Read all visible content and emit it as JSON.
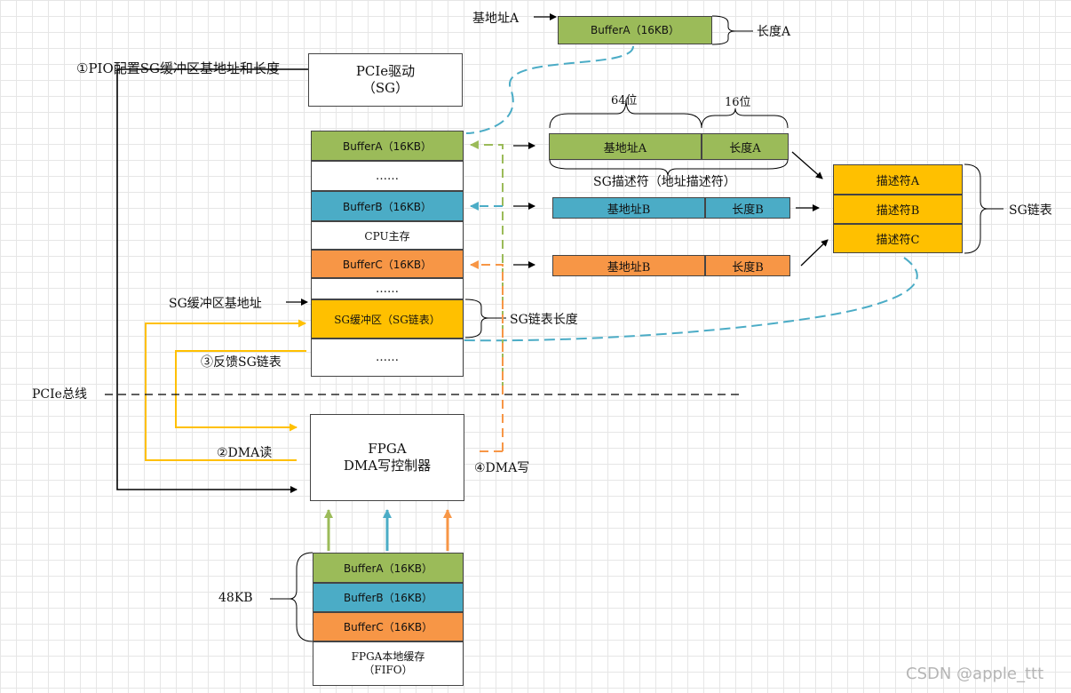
{
  "top": {
    "base_addr_a": "基地址A",
    "buffer_a": "BufferA（16KB）",
    "length_a": "长度A"
  },
  "pcie_driver": {
    "line1": "PCIe驱动",
    "line2": "（SG）"
  },
  "pio_label": "①PIO配置SG缓冲区基地址和长度",
  "cpu_memory": {
    "buffer_a": "BufferA（16KB）",
    "dots1": "……",
    "buffer_b": "BufferB（16KB）",
    "title": "CPU主存",
    "buffer_c": "BufferC（16KB）",
    "dots2": "……",
    "sg_buffer": "SG缓冲区（SG链表）",
    "dots3": "……"
  },
  "sg_base_label": "SG缓冲区基地址",
  "sg_list_length_label": "SG链表长度",
  "feedback_label": "③反馈SG链表",
  "pcie_bus_label": "PCIe总线",
  "dma_read_label": "②DMA读",
  "dma_write_label": "④DMA写",
  "fpga": {
    "line1": "FPGA",
    "line2": "DMA写控制器"
  },
  "descriptor": {
    "bits64": "64位",
    "bits16": "16位",
    "row_a": {
      "base": "基地址A",
      "len": "长度A"
    },
    "caption": "SG描述符（地址描述符）",
    "row_b": {
      "base": "基地址B",
      "len": "长度B"
    },
    "row_c": {
      "base": "基地址B",
      "len": "长度B"
    }
  },
  "sg_list": {
    "a": "描述符A",
    "b": "描述符B",
    "c": "描述符C",
    "label": "SG链表"
  },
  "fifo": {
    "buffer_a": "BufferA（16KB）",
    "buffer_b": "BufferB（16KB）",
    "buffer_c": "BufferC（16KB）",
    "line1": "FPGA本地缓存",
    "line2": "（FIFO）",
    "size_label": "48KB"
  },
  "watermark": "CSDN @apple_ttt",
  "colors": {
    "green": "#9bbb59",
    "blue": "#4bacc6",
    "orange": "#f79646",
    "yellow": "#ffc000",
    "dashed_teal": "#4bacc6"
  }
}
